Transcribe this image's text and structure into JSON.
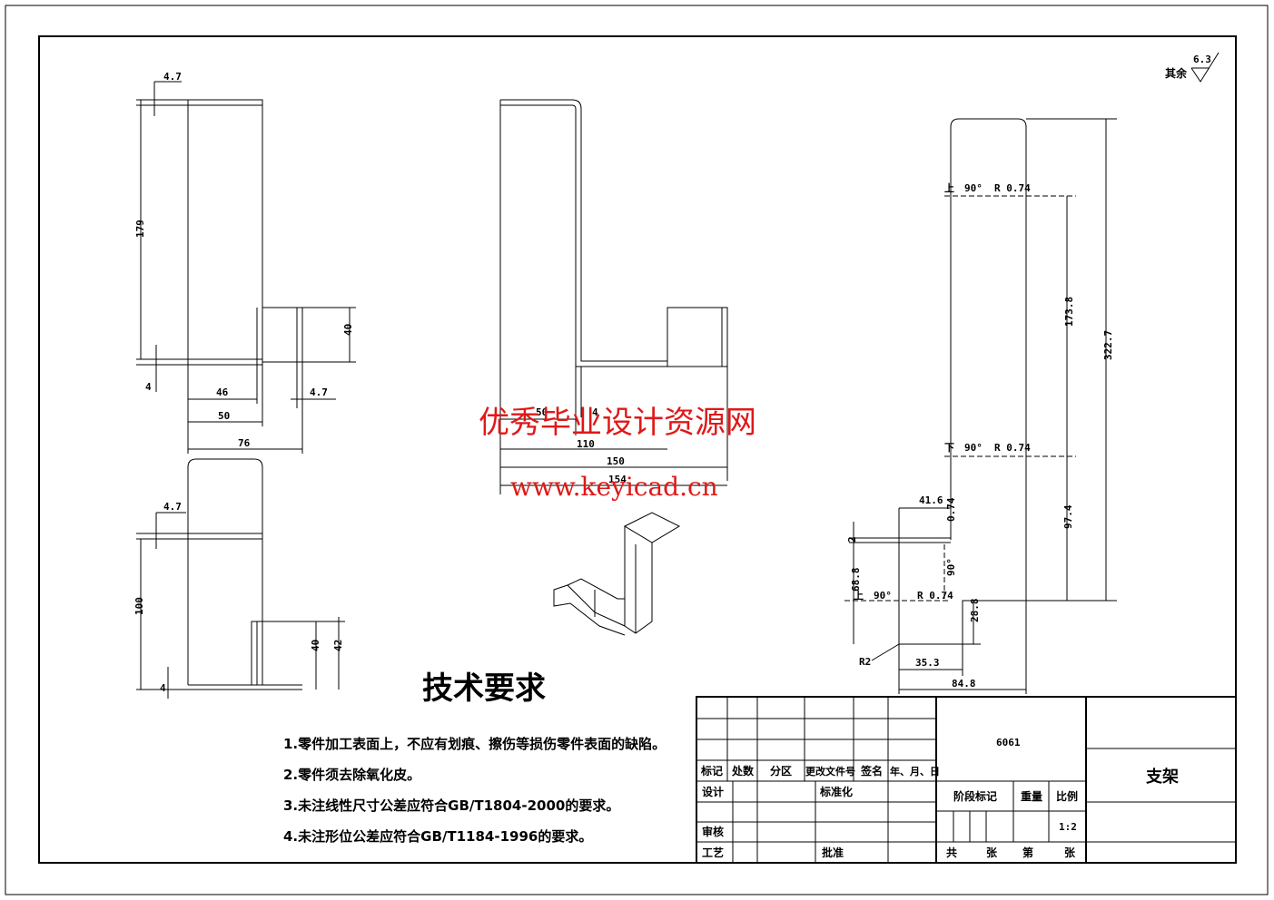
{
  "drawing": {
    "surface_finish": {
      "label": "其余",
      "value": "6.3"
    },
    "view1_dims": {
      "d1": "4.7",
      "d2": "179",
      "d3": "40",
      "d4": "4",
      "d5": "4.7",
      "d6": "46",
      "d7": "50",
      "d8": "76"
    },
    "view2_dims": {
      "d1": "4.7",
      "d2": "100",
      "d3": "40",
      "d4": "42",
      "d5": "4"
    },
    "view3_dims": {
      "d1": "50",
      "d2": "4",
      "d3": "110",
      "d4": "150",
      "d5": "154"
    },
    "view4_dims": {
      "bend_top_dir": "上",
      "bend_top_angle": "90°",
      "bend_top_r": "R 0.74",
      "bend_mid_dir": "下",
      "bend_mid_angle": "90°",
      "bend_mid_r": "R 0.74",
      "bend_low_dir": "上",
      "bend_low_angle": "90°",
      "bend_low_r": "R 0.74",
      "small_angle": "90°",
      "thick": "0.74",
      "d_173": "173.8",
      "d_322": "322.7",
      "d_97": "97.4",
      "d_41": "41.6",
      "d_2": "2",
      "d_68": "68.8",
      "d_28": "28.8",
      "r2": "R2",
      "d_35": "35.3",
      "d_84": "84.8"
    },
    "tech_title": "技术要求",
    "requirements": [
      "1.零件加工表面上，不应有划痕、擦伤等损伤零件表面的缺陷。",
      "2.零件须去除氧化皮。",
      "3.未注线性尺寸公差应符合GB/T1804-2000的要求。",
      "4.未注形位公差应符合GB/T1184-1996的要求。"
    ]
  },
  "watermark": {
    "line1": "优秀毕业设计资源网",
    "line2": "www.keyicad.cn"
  },
  "title_block": {
    "material": "6061",
    "part_name": "支架",
    "headers": [
      "标记",
      "处数",
      "分区",
      "更改文件号",
      "签名",
      "年、月、日"
    ],
    "design": "设计",
    "standardize": "标准化",
    "stage_mark": "阶段标记",
    "weight": "重量",
    "scale_label": "比例",
    "scale_value": "1:2",
    "check": "审核",
    "process": "工艺",
    "approve": "批准",
    "sheets": [
      "共",
      "张",
      "第",
      "张"
    ]
  }
}
